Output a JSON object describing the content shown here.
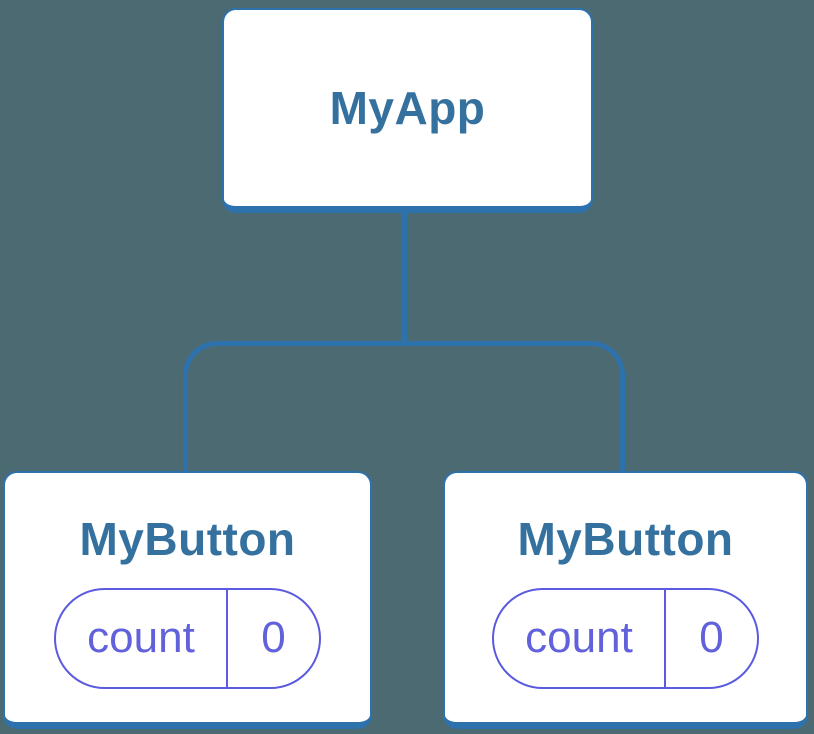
{
  "diagram": {
    "type": "component-tree",
    "root": {
      "label": "MyApp"
    },
    "children": [
      {
        "label": "MyButton",
        "state": {
          "key": "count",
          "value": "0"
        }
      },
      {
        "label": "MyButton",
        "state": {
          "key": "count",
          "value": "0"
        }
      }
    ],
    "colors": {
      "background": "#4C6A72",
      "node_border": "#2E72AD",
      "node_fill": "#FFFFFF",
      "node_text": "#35719F",
      "connector": "#2E72AD",
      "pill_border": "#5B5BE0",
      "pill_text": "#6161DB"
    }
  }
}
